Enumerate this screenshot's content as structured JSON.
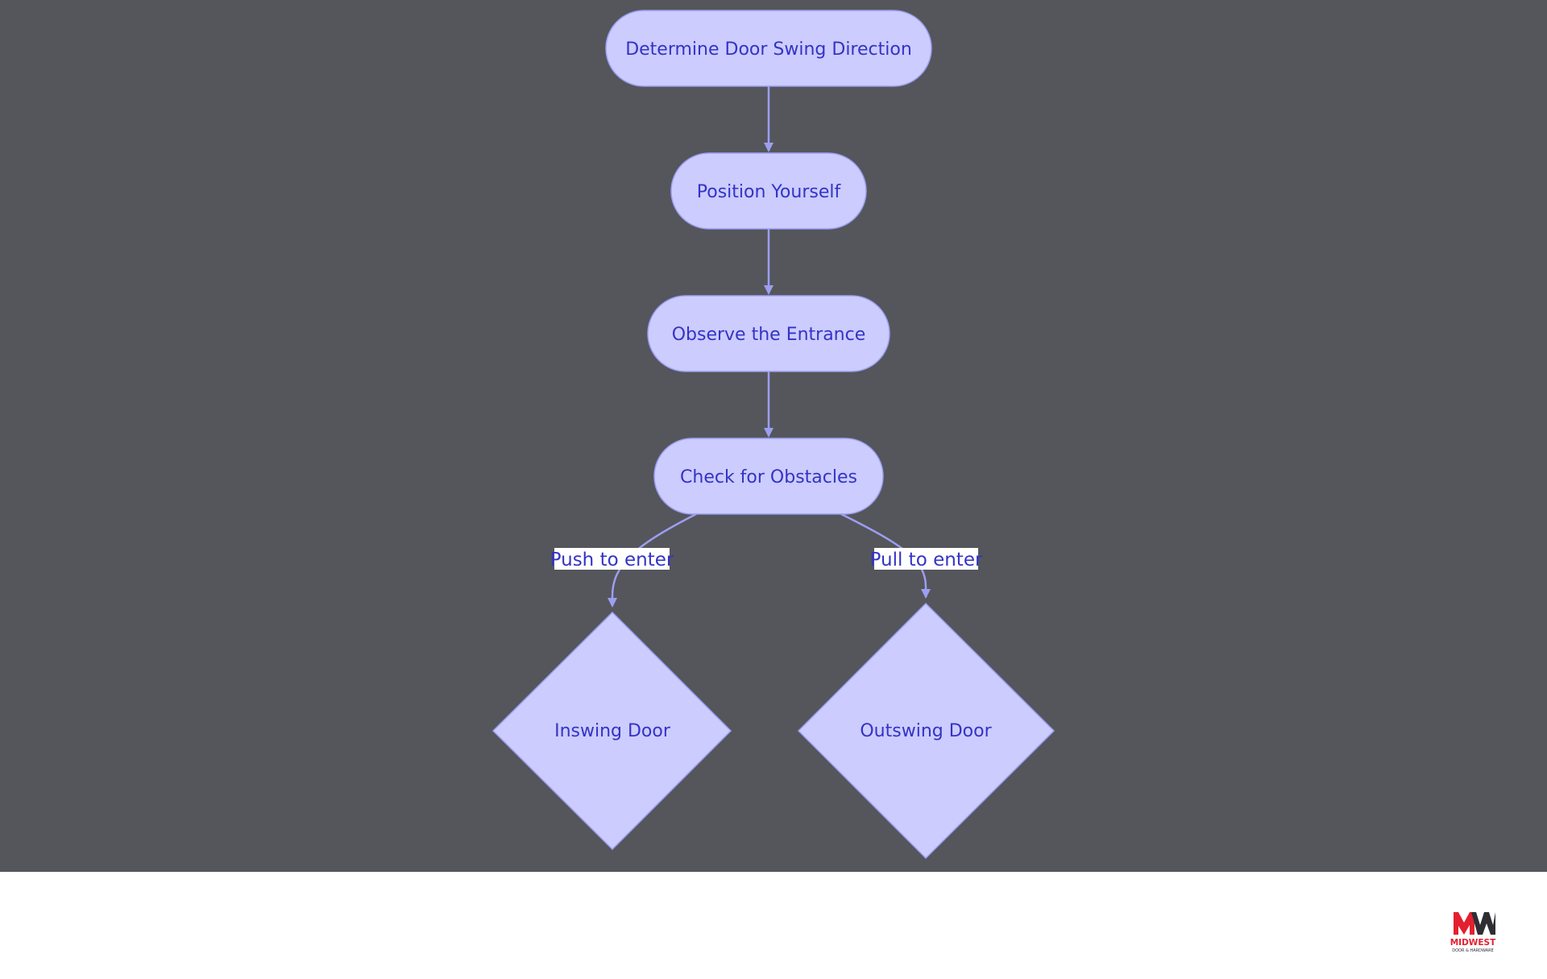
{
  "colors": {
    "background": "#55565b",
    "node_fill": "#ccccff",
    "node_stroke": "#9c9ef2",
    "edge": "#9c9ef2",
    "text": "#3433c6",
    "label_bg": "#ffffff",
    "logo_red": "#e3202f",
    "logo_dark": "#2e2e33"
  },
  "nodes": {
    "determine": {
      "label": "Determine Door Swing Direction",
      "shape": "stadium"
    },
    "position": {
      "label": "Position Yourself",
      "shape": "stadium"
    },
    "observe": {
      "label": "Observe the Entrance",
      "shape": "stadium"
    },
    "check": {
      "label": "Check for Obstacles",
      "shape": "stadium"
    },
    "inswing": {
      "label": "Inswing Door",
      "shape": "diamond"
    },
    "outswing": {
      "label": "Outswing Door",
      "shape": "diamond"
    }
  },
  "edges": [
    {
      "from": "Determine Door Swing Direction",
      "to": "Position Yourself"
    },
    {
      "from": "Position Yourself",
      "to": "Observe the Entrance"
    },
    {
      "from": "Observe the Entrance",
      "to": "Check for Obstacles"
    },
    {
      "from": "Check for Obstacles",
      "to": "Inswing Door",
      "label": "Push to enter"
    },
    {
      "from": "Check for Obstacles",
      "to": "Outswing Door",
      "label": "Pull to enter"
    }
  ],
  "edge_labels": {
    "push": "Push to enter",
    "pull": "Pull to enter"
  },
  "logo": {
    "name": "MIDWEST",
    "tagline": "DOOR & HARDWARE"
  }
}
